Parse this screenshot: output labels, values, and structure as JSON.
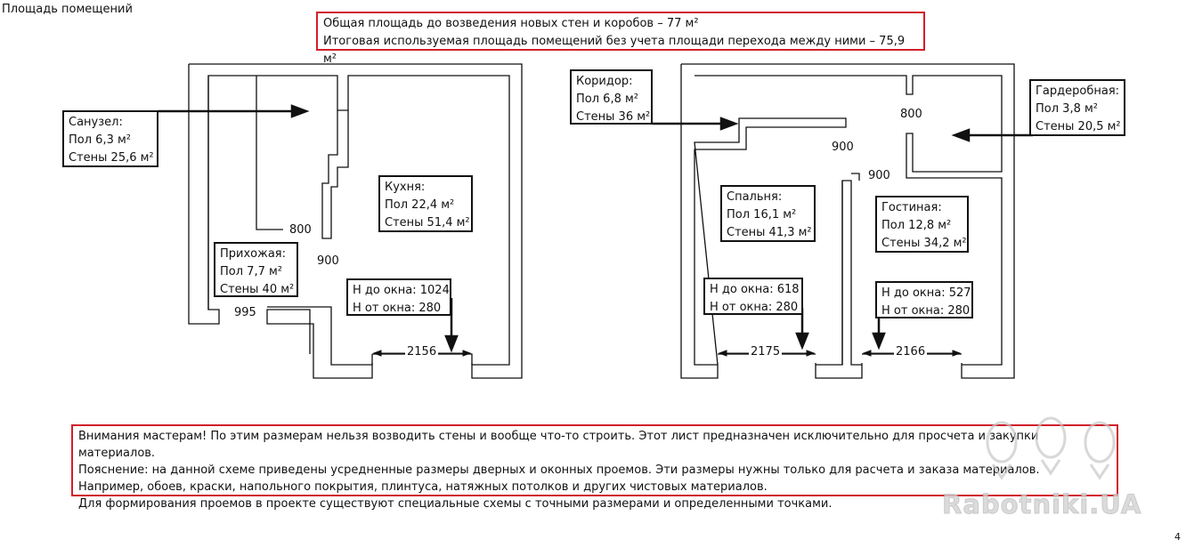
{
  "page_title": "Площадь помещений",
  "summary": {
    "line1": "Общая площадь до возведения новых стен и коробов –    77 м²",
    "line2": "Итоговая используемая площадь помещений без учета площади перехода между ними – 75,9 м²"
  },
  "rooms": {
    "sanuzel": {
      "name": "Санузел:",
      "floor": "Пол 6,3 м²",
      "walls": "Стены 25,6 м²"
    },
    "kuhnya": {
      "name": "Кухня:",
      "floor": "Пол 22,4 м²",
      "walls": "Стены 51,4 м²"
    },
    "prihozhaya": {
      "name": "Прихожая:",
      "floor": "Пол 7,7 м²",
      "walls": "Стены 40 м²"
    },
    "koridor": {
      "name": "Коридор:",
      "floor": "Пол 6,8 м²",
      "walls": "Стены 36 м²"
    },
    "garderob": {
      "name": "Гардеробная:",
      "floor": "Пол 3,8 м²",
      "walls": "Стены 20,5 м²"
    },
    "spalnya": {
      "name": "Спальня:",
      "floor": "Пол 16,1 м²",
      "walls": "Стены 41,3 м²"
    },
    "gostinaya": {
      "name": "Гостиная:",
      "floor": "Пол 12,8 м²",
      "walls": "Стены 34,2 м²"
    }
  },
  "windows": {
    "kitchen": {
      "h_to": "Н до окна: 1024",
      "h_from": "Н от окна: 280"
    },
    "bedroom": {
      "h_to": "Н до окна: 618",
      "h_from": "Н от окна: 280"
    },
    "living": {
      "h_to": "Н до окна: 527",
      "h_from": "Н от окна: 280"
    }
  },
  "dimensions": {
    "door_800_left": "800",
    "door_900_left": "900",
    "door_995": "995",
    "win_kitchen": "2156",
    "door_800_right": "800",
    "door_900_right_a": "900",
    "door_900_right_b": "900",
    "win_bedroom": "2175",
    "win_living": "2166"
  },
  "warning": {
    "line1": "Внимания мастерам! По этим размерам нельзя возводить стены и вообще что-то строить. Этот лист предназначен исключительно для просчета и закупки материалов.",
    "line2": "Пояснение: на данной схеме приведены усредненные размеры дверных и оконных проемов. Эти размеры нужны только для расчета и заказа материалов.",
    "line3": "Например, обоев, краски, напольного покрытия, плинтуса, натяжных потолков и других чистовых материалов.",
    "line4": "Для формирования проемов в проекте существуют специальные схемы с точными размерами и определенными точками."
  },
  "watermark": "Rabotniki.UA",
  "page_number": "4",
  "colors": {
    "frame_red": "#d0202a",
    "wall": "#111111"
  }
}
